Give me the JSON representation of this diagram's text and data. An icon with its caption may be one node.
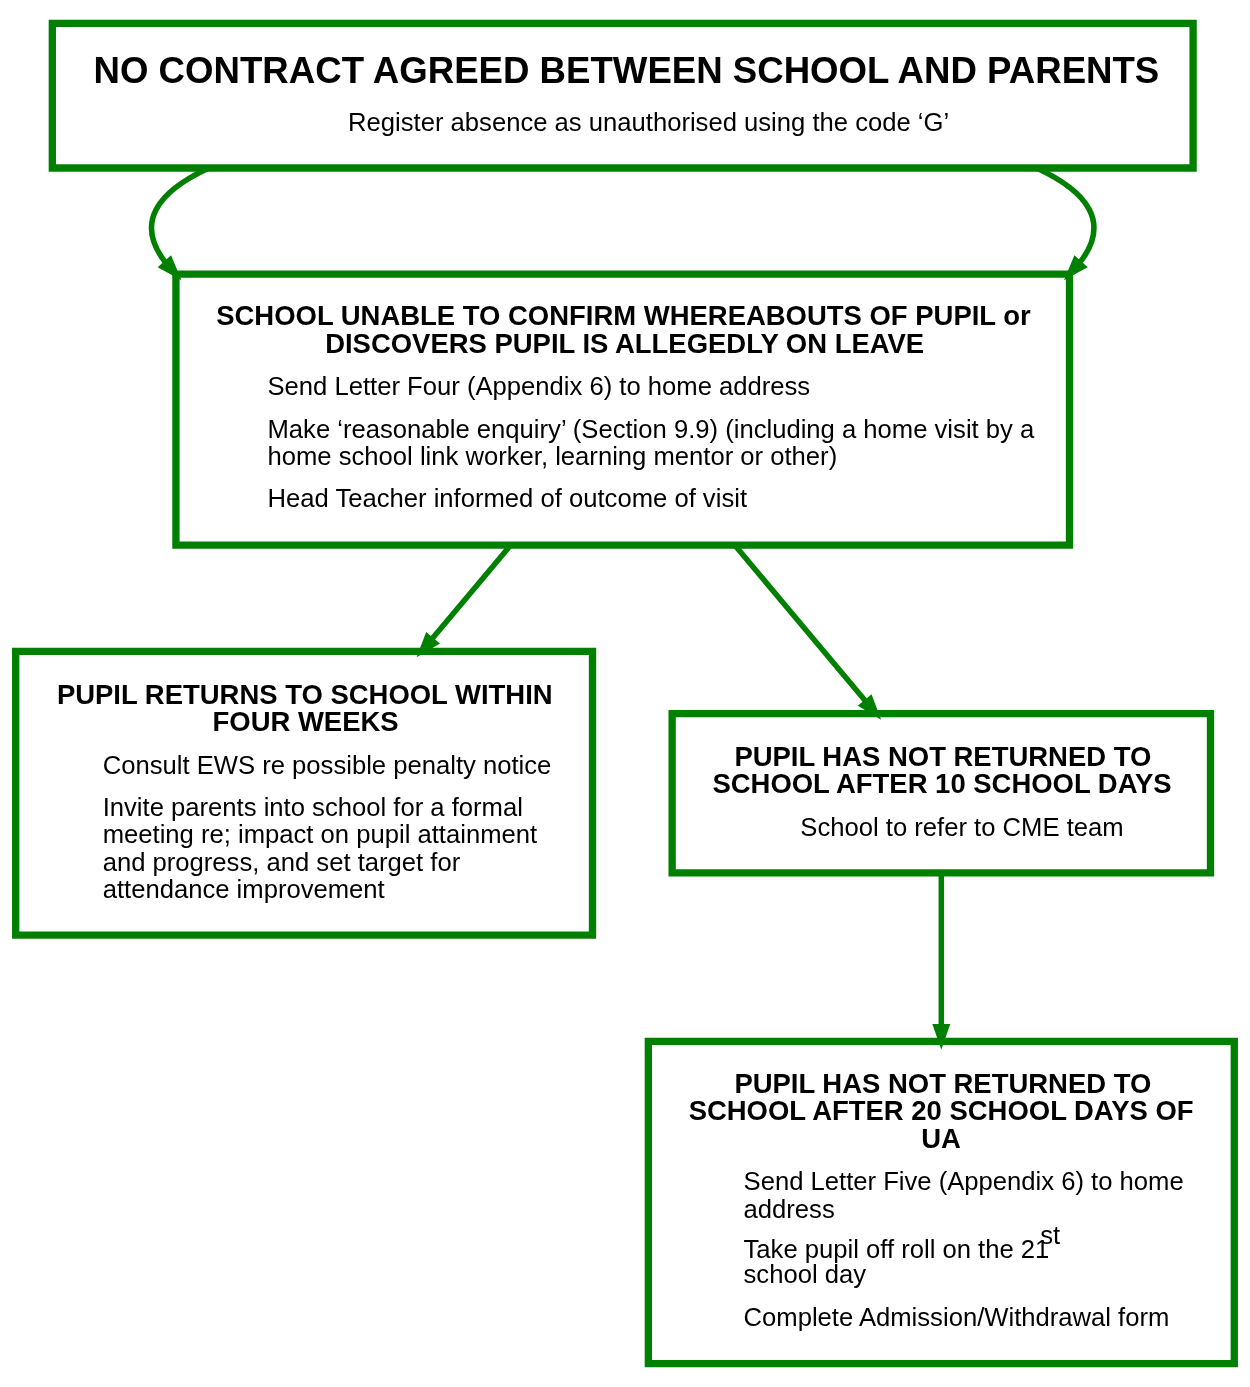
{
  "diagram": {
    "nodes": [
      {
        "text": [
          "NO CONTRACT AGREED BETWEEN SCHOOL AND PARENTS",
          "Register absence as unauthorised using the code ‘G’"
        ]
      },
      {
        "text": [
          "SCHOOL UNABLE TO CONFIRM WHEREABOUTS OF PUPIL or DISCOVERS PUPIL IS ALLEGEDLY ON LEAVE",
          "Send Letter Four (Appendix 6) to home address",
          "Make ‘reasonable enquiry’ (Section 9.9) (including a home visit by a home school link worker, learning mentor or other)",
          "Head Teacher informed of outcome of visit"
        ]
      },
      {
        "text": [
          "PUPIL RETURNS TO SCHOOL WITHIN FOUR WEEKS",
          "Consult EWS re possible penalty notice",
          "Invite parents into school for a formal meeting re; impact on pupil attainment and progress, and set target for attendance improvement"
        ]
      },
      {
        "text": [
          "PUPIL HAS NOT RETURNED TO SCHOOL AFTER 10 SCHOOL DAYS",
          "School to refer to CME team"
        ]
      },
      {
        "text": [
          "PUPIL HAS NOT RETURNED TO SCHOOL AFTER 20 SCHOOL DAYS OF UA",
          "Send Letter Five (Appendix 6) to home address",
          "Take pupil off roll on the 21$^{st}$ school day",
          "Complete Admission/Withdrawal form"
        ]
      }
    ],
    "edges": [
      {
        "from": 0,
        "to": 1,
        "arrow": "to"
      },
      {
        "from": 0,
        "to": 1,
        "arrow": "to"
      },
      {
        "from": 1,
        "to": 2,
        "arrow": "to"
      },
      {
        "from": 1,
        "to": 3,
        "arrow": "to"
      },
      {
        "from": 3,
        "to": 4,
        "arrow": "to"
      }
    ]
  }
}
